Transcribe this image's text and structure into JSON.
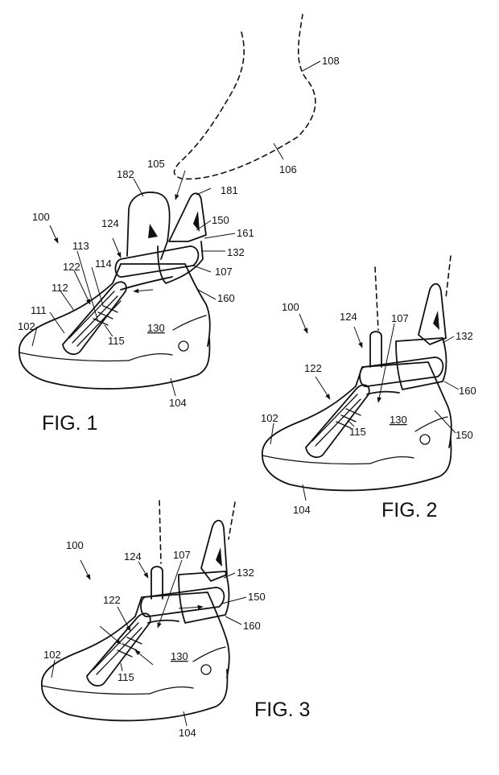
{
  "figures": [
    {
      "caption": "FIG. 1",
      "labels": [
        "100",
        "102",
        "104",
        "105",
        "106",
        "108",
        "107",
        "111",
        "112",
        "113",
        "114",
        "115",
        "122",
        "124",
        "130",
        "132",
        "150",
        "160",
        "161",
        "181",
        "182"
      ]
    },
    {
      "caption": "FIG. 2",
      "labels": [
        "100",
        "102",
        "104",
        "107",
        "115",
        "122",
        "124",
        "130",
        "132",
        "150",
        "160"
      ]
    },
    {
      "caption": "FIG. 3",
      "labels": [
        "100",
        "102",
        "104",
        "107",
        "115",
        "122",
        "124",
        "130",
        "132",
        "150",
        "160"
      ]
    }
  ]
}
